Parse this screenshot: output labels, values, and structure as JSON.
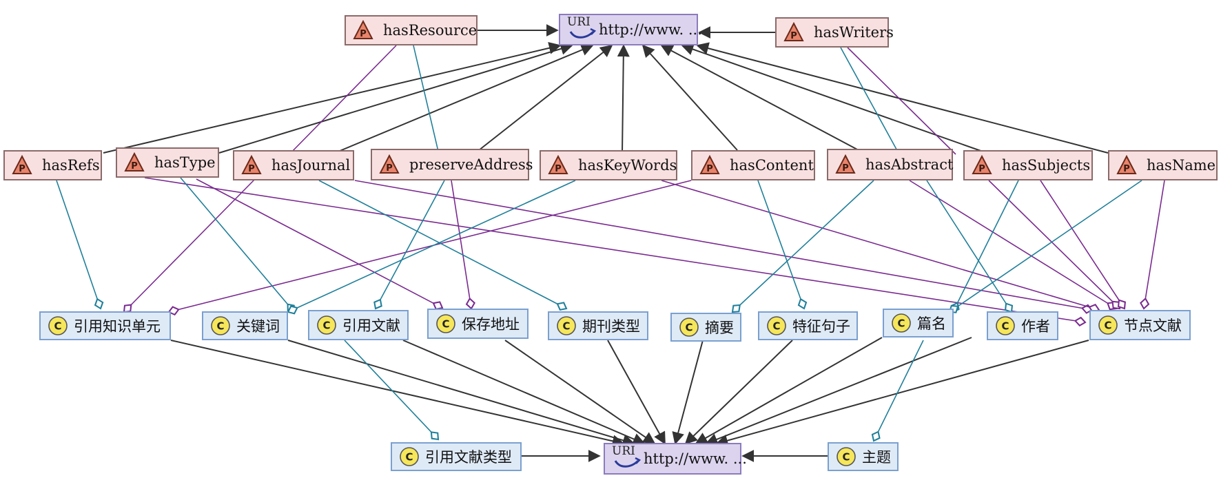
{
  "uris": {
    "top": "http://www. ...",
    "bottom": "http://www. ...",
    "tag": "URI"
  },
  "props": {
    "hasResource": "hasResource",
    "hasWriters": "hasWriters",
    "hasRefs": "hasRefs",
    "hasType": "hasType",
    "hasJournal": "hasJournal",
    "preserveAddress": "preserveAddress",
    "hasKeyWords": "hasKeyWords",
    "hasContent": "hasContent",
    "hasAbstract": "hasAbstract",
    "hasSubjects": "hasSubjects",
    "hasName": "hasName"
  },
  "classes": {
    "c1": "引用知识单元",
    "c2": "关键词",
    "c3": "引用文献",
    "c4": "保存地址",
    "c5": "期刊类型",
    "c6": "摘要",
    "c7": "特征句子",
    "c8": "篇名",
    "c9": "作者",
    "c10": "节点文献",
    "c11": "引用文献类型",
    "c12": "主题"
  },
  "badges": {
    "property": "P",
    "class": "C"
  },
  "colors": {
    "arrow": "#333333",
    "purple": "#7a2a90",
    "teal": "#1f7f9a"
  }
}
